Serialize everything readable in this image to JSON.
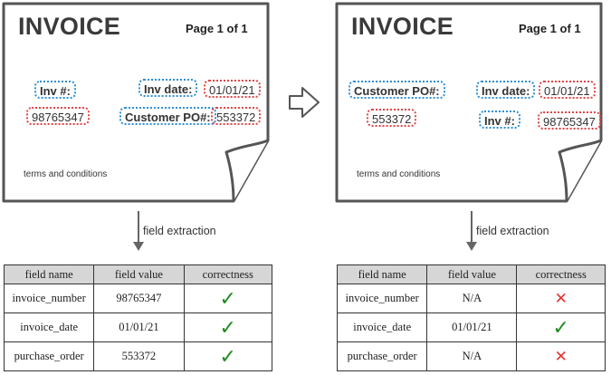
{
  "left": {
    "doc": {
      "title": "INVOICE",
      "page": "Page 1 of 1",
      "fields": {
        "inv_label": "Inv #:",
        "inv_value": "98765347",
        "date_label": "Inv date:",
        "date_value": "01/01/21",
        "po_label": "Customer PO#:",
        "po_value": "553372"
      },
      "terms": "terms and conditions"
    },
    "arrow_label": "field extraction",
    "table": {
      "headers": [
        "field name",
        "field value",
        "correctness"
      ],
      "rows": [
        {
          "name": "invoice_number",
          "value": "98765347",
          "mark": "✓"
        },
        {
          "name": "invoice_date",
          "value": "01/01/21",
          "mark": "✓"
        },
        {
          "name": "purchase_order",
          "value": "553372",
          "mark": "✓"
        }
      ]
    }
  },
  "right": {
    "doc": {
      "title": "INVOICE",
      "page": "Page 1 of 1",
      "fields": {
        "po_label": "Customer PO#:",
        "po_value": "553372",
        "date_label": "Inv date:",
        "date_value": "01/01/21",
        "inv_label": "Inv #:",
        "inv_value": "98765347"
      },
      "terms": "terms and conditions"
    },
    "arrow_label": "field extraction",
    "table": {
      "headers": [
        "field name",
        "field value",
        "correctness"
      ],
      "rows": [
        {
          "name": "invoice_number",
          "value": "N/A",
          "mark": "✕"
        },
        {
          "name": "invoice_date",
          "value": "01/01/21",
          "mark": "✓"
        },
        {
          "name": "purchase_order",
          "value": "N/A",
          "mark": "✕"
        }
      ]
    }
  },
  "colors": {
    "label_border": "#2f8fd6",
    "value_border": "#e04646",
    "correct": "#1e8a1e",
    "incorrect": "#e53030",
    "header_bg": "#d6d6d6"
  }
}
